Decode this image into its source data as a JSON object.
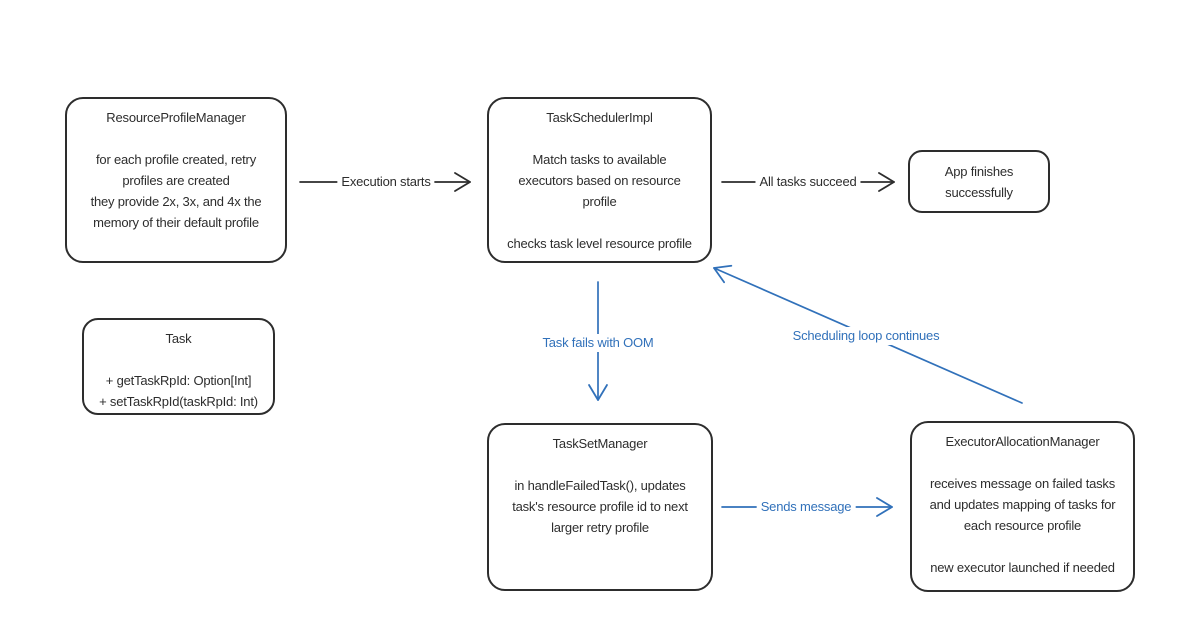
{
  "colors": {
    "background": "#ffffff",
    "ink": "#2d2d2d",
    "accent_blue": "#3171ba"
  },
  "nodes": {
    "resource_profile_manager": {
      "title": "ResourceProfileManager",
      "body": "for each profile created, retry\nprofiles are created\nthey provide 2x, 3x, and 4x the\nmemory of their default profile"
    },
    "task": {
      "title": "Task",
      "body": "+ getTaskRpId: Option[Int]\n+ setTaskRpId(taskRpId: Int)"
    },
    "task_scheduler_impl": {
      "title": "TaskSchedulerImpl",
      "body": "Match tasks to available\nexecutors based on resource\nprofile",
      "footer": "checks task level resource profile"
    },
    "app_finishes": {
      "title": "App finishes\nsuccessfully"
    },
    "task_set_manager": {
      "title": "TaskSetManager",
      "body": "in handleFailedTask(), updates\ntask's resource profile id to next\nlarger retry profile"
    },
    "executor_allocation_manager": {
      "title": "ExecutorAllocationManager",
      "body": "receives message on failed tasks\nand updates mapping of tasks for\neach resource profile",
      "footer": "new executor launched if needed"
    }
  },
  "edges": {
    "execution_starts": {
      "label": "Execution starts",
      "color": "#2d2d2d"
    },
    "all_tasks_succeed": {
      "label": "All tasks succeed",
      "color": "#2d2d2d"
    },
    "task_fails_oom": {
      "label": "Task fails with OOM",
      "color": "#3171ba"
    },
    "sends_message": {
      "label": "Sends message",
      "color": "#3171ba"
    },
    "scheduling_loop": {
      "label": "Scheduling loop continues",
      "color": "#3171ba"
    }
  }
}
